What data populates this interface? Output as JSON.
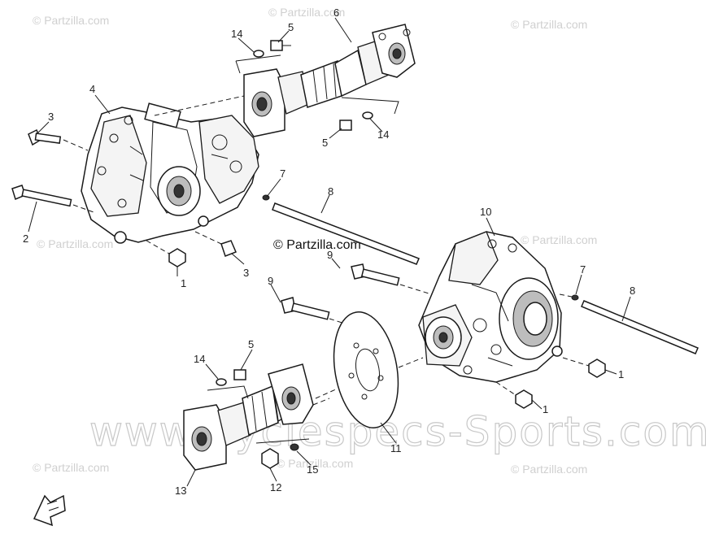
{
  "watermarks": {
    "partzilla": "© Partzilla.com",
    "partzilla_center": "© Partzilla.com",
    "site_banner": "www.Cyclespecs-Sports.com"
  },
  "callouts": {
    "c1a": "1",
    "c1b": "1",
    "c1c": "1",
    "c2": "2",
    "c3a": "3",
    "c3b": "3",
    "c4": "4",
    "c5a": "5",
    "c5b": "5",
    "c5c": "5",
    "c6": "6",
    "c7a": "7",
    "c7b": "7",
    "c8a": "8",
    "c8b": "8",
    "c9a": "9",
    "c9b": "9",
    "c10": "10",
    "c11": "11",
    "c12": "12",
    "c13": "13",
    "c14a": "14",
    "c14b": "14",
    "c14c": "14",
    "c15": "15"
  },
  "colors": {
    "line": "#1a1a1a",
    "watermark": "#d0d0d0",
    "background": "#ffffff"
  },
  "icons": {
    "direction_marker": "front-arrow-icon"
  }
}
